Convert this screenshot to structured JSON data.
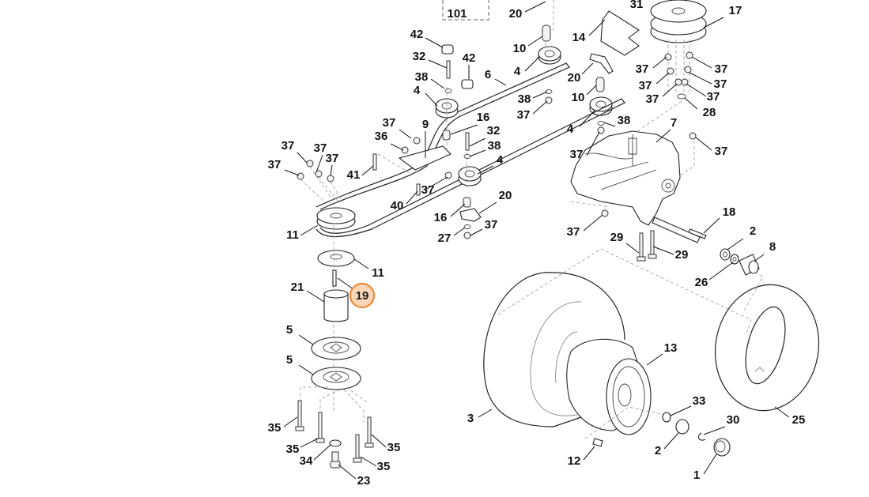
{
  "diagram": {
    "title": "Exploded parts diagram – drive / transmission / rear wheel",
    "highlight_color": "#ef8a3a",
    "highlighted_callout": "19",
    "group_label": "101",
    "callouts": [
      {
        "id": "c101",
        "label": "101"
      },
      {
        "id": "c20a",
        "label": "20"
      },
      {
        "id": "c31",
        "label": "31"
      },
      {
        "id": "c17",
        "label": "17"
      },
      {
        "id": "c42a",
        "label": "42"
      },
      {
        "id": "c10a",
        "label": "10"
      },
      {
        "id": "c14",
        "label": "14"
      },
      {
        "id": "c32a",
        "label": "32"
      },
      {
        "id": "c42b",
        "label": "42"
      },
      {
        "id": "c4a",
        "label": "4"
      },
      {
        "id": "c6",
        "label": "6"
      },
      {
        "id": "c20b",
        "label": "20"
      },
      {
        "id": "c37a",
        "label": "37"
      },
      {
        "id": "c37b",
        "label": "37"
      },
      {
        "id": "c37c",
        "label": "37"
      },
      {
        "id": "c37d",
        "label": "37"
      },
      {
        "id": "c37e",
        "label": "37"
      },
      {
        "id": "c37f",
        "label": "37"
      },
      {
        "id": "c38a",
        "label": "38"
      },
      {
        "id": "c4b",
        "label": "4"
      },
      {
        "id": "c10b",
        "label": "10"
      },
      {
        "id": "c38b",
        "label": "38"
      },
      {
        "id": "c37g",
        "label": "37"
      },
      {
        "id": "c28",
        "label": "28"
      },
      {
        "id": "c37h",
        "label": "37"
      },
      {
        "id": "c9",
        "label": "9"
      },
      {
        "id": "c16a",
        "label": "16"
      },
      {
        "id": "c4c",
        "label": "4"
      },
      {
        "id": "c38c",
        "label": "38"
      },
      {
        "id": "c7",
        "label": "7"
      },
      {
        "id": "c36",
        "label": "36"
      },
      {
        "id": "c32b",
        "label": "32"
      },
      {
        "id": "c37i",
        "label": "37"
      },
      {
        "id": "c37j",
        "label": "37"
      },
      {
        "id": "c37k",
        "label": "37"
      },
      {
        "id": "c37l",
        "label": "37"
      },
      {
        "id": "c38d",
        "label": "38"
      },
      {
        "id": "c37m",
        "label": "37"
      },
      {
        "id": "c37n",
        "label": "37"
      },
      {
        "id": "c41",
        "label": "41"
      },
      {
        "id": "c4d",
        "label": "4"
      },
      {
        "id": "c37o",
        "label": "37"
      },
      {
        "id": "c40",
        "label": "40"
      },
      {
        "id": "c20c",
        "label": "20"
      },
      {
        "id": "c16b",
        "label": "16"
      },
      {
        "id": "c37p",
        "label": "37"
      },
      {
        "id": "c18",
        "label": "18"
      },
      {
        "id": "c27",
        "label": "27"
      },
      {
        "id": "c37q",
        "label": "37"
      },
      {
        "id": "c11a",
        "label": "11"
      },
      {
        "id": "c29a",
        "label": "29"
      },
      {
        "id": "c2a",
        "label": "2"
      },
      {
        "id": "c8",
        "label": "8"
      },
      {
        "id": "c29b",
        "label": "29"
      },
      {
        "id": "c11b",
        "label": "11"
      },
      {
        "id": "c26",
        "label": "26"
      },
      {
        "id": "c21",
        "label": "21"
      },
      {
        "id": "c19",
        "label": "19"
      },
      {
        "id": "c5a",
        "label": "5"
      },
      {
        "id": "c13",
        "label": "13"
      },
      {
        "id": "c5b",
        "label": "5"
      },
      {
        "id": "c33",
        "label": "33"
      },
      {
        "id": "c3",
        "label": "3"
      },
      {
        "id": "c30",
        "label": "30"
      },
      {
        "id": "c25",
        "label": "25"
      },
      {
        "id": "c35a",
        "label": "35"
      },
      {
        "id": "c2b",
        "label": "2"
      },
      {
        "id": "c35b",
        "label": "35"
      },
      {
        "id": "c35c",
        "label": "35"
      },
      {
        "id": "c12",
        "label": "12"
      },
      {
        "id": "c34",
        "label": "34"
      },
      {
        "id": "c35d",
        "label": "35"
      },
      {
        "id": "c1",
        "label": "1"
      },
      {
        "id": "c23",
        "label": "23"
      }
    ]
  }
}
